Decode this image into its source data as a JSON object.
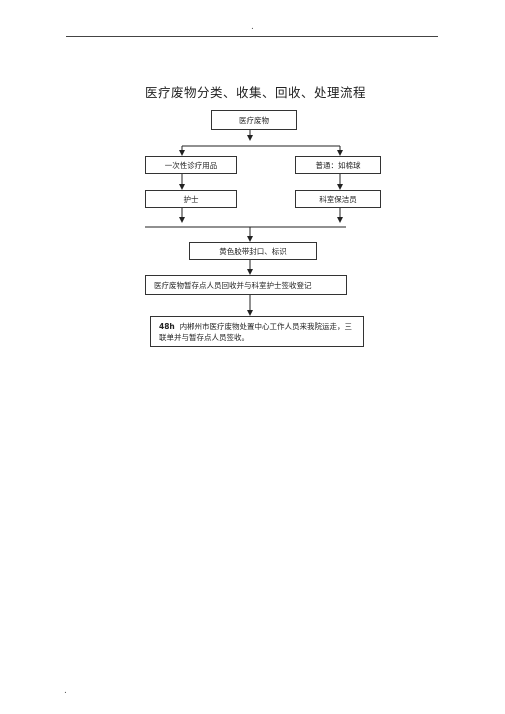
{
  "page": {
    "header_mark": ".",
    "footer_mark": "."
  },
  "diagram": {
    "title": "医疗废物分类、收集、回收、处理流程",
    "nodes": {
      "waste": "医疗废物",
      "disposable": "一次性诊疗用品",
      "general": "普通：如棉球",
      "nurse": "护士",
      "cleaner": "科室保洁员",
      "yellow_bag": "黄色胶带封口、标识",
      "collect": "医疗废物暂存点人员回收并与科室护士签收登记",
      "transport_hours": "48h",
      "transport": "内郴州市医疗废物处置中心工作人员来我院运走，三联单并与暂存点人员签收。"
    }
  }
}
